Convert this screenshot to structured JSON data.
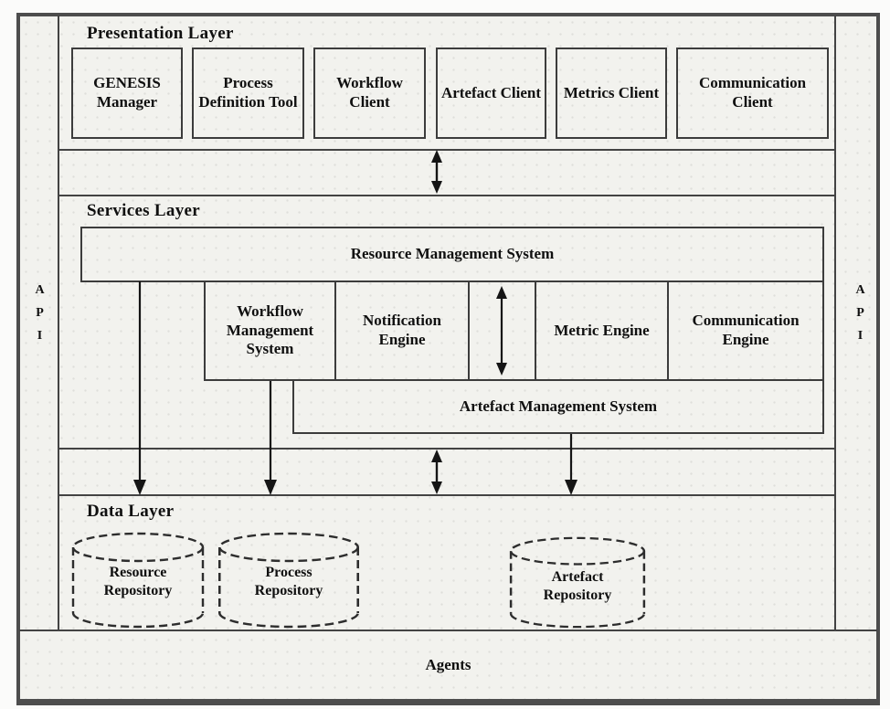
{
  "api": {
    "left": "API",
    "right": "API"
  },
  "presentation": {
    "title": "Presentation Layer",
    "clients": [
      "GENESIS Manager",
      "Process Definition Tool",
      "Workflow Client",
      "Artefact Client",
      "Metrics Client",
      "Communication Client"
    ]
  },
  "services": {
    "title": "Services Layer",
    "resource_management_system": "Resource Management System",
    "workflow_management_system": "Workflow Management System",
    "notification_engine": "Notification Engine",
    "metric_engine": "Metric Engine",
    "communication_engine": "Communication Engine",
    "artefact_management_system": "Artefact Management System"
  },
  "data_layer": {
    "title": "Data Layer",
    "repositories": [
      "Resource Repository",
      "Process Repository",
      "Artefact Repository"
    ]
  },
  "agents": {
    "label": "Agents"
  },
  "colors": {
    "line": "#434343",
    "frame_border": "#4d4d4d",
    "background": "#f2f2ee",
    "text": "#101010",
    "arrow": "#151515"
  }
}
